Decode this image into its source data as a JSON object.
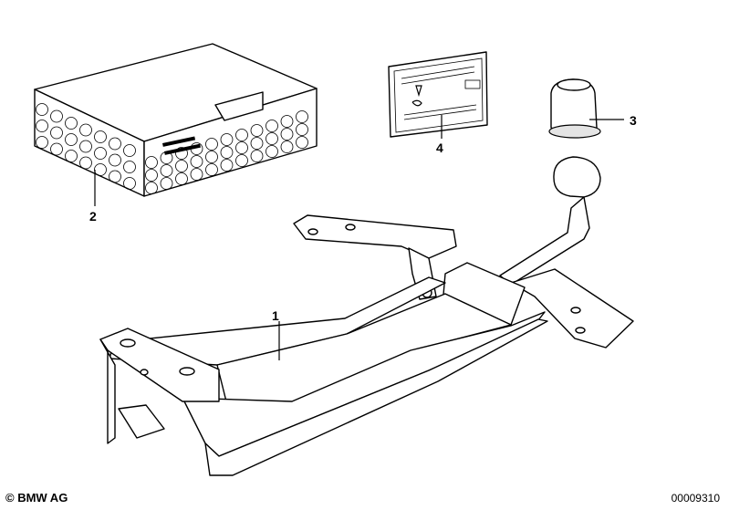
{
  "callouts": [
    {
      "id": "1",
      "label": "1"
    },
    {
      "id": "2",
      "label": "2"
    },
    {
      "id": "3",
      "label": "3"
    },
    {
      "id": "4",
      "label": "4"
    }
  ],
  "footer": {
    "copyright": "© BMW AG",
    "diagram_number": "00009310"
  },
  "parts": [
    {
      "callout": "1",
      "icon": "tow-bar-frame-icon"
    },
    {
      "callout": "2",
      "icon": "electrical-kit-box-icon"
    },
    {
      "callout": "3",
      "icon": "ball-cap-icon"
    },
    {
      "callout": "4",
      "icon": "instruction-label-icon"
    }
  ]
}
